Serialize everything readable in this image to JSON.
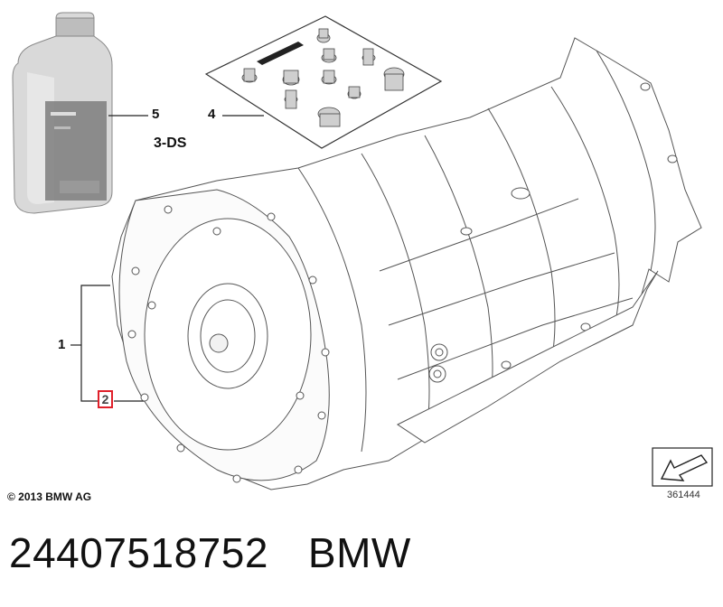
{
  "diagram": {
    "callouts": {
      "item_1": "1",
      "item_2": "2",
      "item_4": "4",
      "item_5": "5",
      "variant": "3-DS"
    },
    "copyright": "© 2013 BMW AG",
    "diagram_number": "361444"
  },
  "footer": {
    "part_number": "24407518752",
    "brand": "BMW"
  },
  "colors": {
    "highlight_box": "#e0202a",
    "line_art": "#555555"
  }
}
